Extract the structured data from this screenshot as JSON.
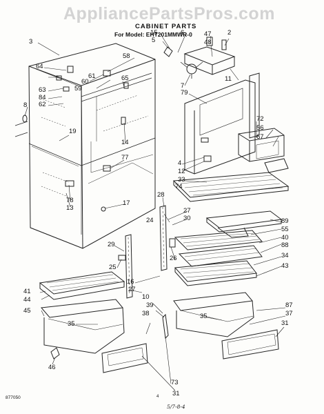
{
  "header": {
    "watermark": "AppliancePartsPros.com",
    "title": "CABINET PARTS",
    "subtitle": "For Model: EHT201MMWR-0"
  },
  "footer": {
    "code": "877050",
    "page_number": "4",
    "handwritten_note": "5/7-8-4"
  },
  "callouts": [
    "15",
    "6",
    "47",
    "2",
    "5",
    "48",
    "3",
    "7",
    "11",
    "58",
    "64",
    "60",
    "61",
    "63",
    "59",
    "65",
    "79",
    "8",
    "84",
    "62",
    "19",
    "14",
    "72",
    "56",
    "67",
    "77",
    "4",
    "12",
    "33",
    "74",
    "78",
    "13",
    "28",
    "17",
    "27",
    "30",
    "24",
    "89",
    "55",
    "40",
    "88",
    "29",
    "34",
    "26",
    "43",
    "25",
    "41",
    "44",
    "16",
    "27",
    "10",
    "39",
    "45",
    "35",
    "38",
    "87",
    "37",
    "35",
    "31",
    "73",
    "31",
    "46"
  ]
}
